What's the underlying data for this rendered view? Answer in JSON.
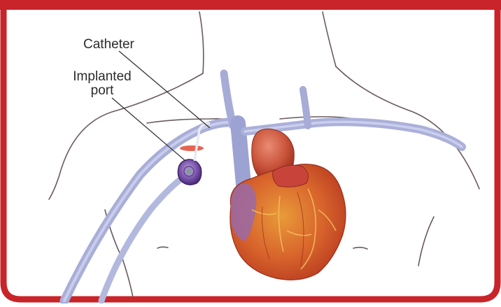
{
  "labels": {
    "catheter": "Catheter",
    "port_line1": "Implanted",
    "port_line2": "port"
  },
  "colors": {
    "frame_red": "#c8242a",
    "body_outline": "#6a5a5a",
    "vein_blue": "#a7aed6",
    "vein_blue_dark": "#7f88c4",
    "heart_red": "#c94a2a",
    "heart_orange": "#e1872c",
    "port_purple": "#6f4aa3",
    "leader_line": "#333333"
  },
  "icons": [
    "heart-illustration",
    "implanted-port-device",
    "catheter-line",
    "torso-outline"
  ]
}
